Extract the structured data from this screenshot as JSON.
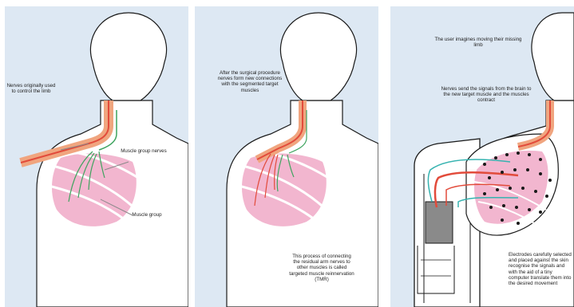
{
  "colors": {
    "background": "#dde8f3",
    "skin": "#ffffff",
    "outline": "#1a1a1a",
    "muscle": "#f2b6cf",
    "muscle_line": "#ffffff",
    "nerve_outer": "#f0a57f",
    "nerve_inner": "#e24b3b",
    "nerve_green": "#3fa45f",
    "nerve_teal": "#36b3b0",
    "arm_grey": "#8a8a8a"
  },
  "panels": [
    {
      "labels": {
        "nerves_origin": "Nerves originally used to control the limb",
        "muscle_group_nerves": "Muscle group nerves",
        "muscle_group": "Muscle group"
      }
    },
    {
      "labels": {
        "after_surgery": "After the surgical procedure nerves form new connections with the segmented target muscles",
        "tmr": "This process of connecting the residual arm nerves to other muscles is called targeted muscle reinnervation (TMR)"
      }
    },
    {
      "labels": {
        "user_imagines": "The user imagines moving their missing limb",
        "nerves_send": "Nerves send the signals from the brain to the new target muscle and the muscles contract",
        "electrodes": "Electrodes carefully selected and placed against the skin recognise the signals and with the aid of a tiny computer translate them into the desired movement"
      }
    }
  ]
}
